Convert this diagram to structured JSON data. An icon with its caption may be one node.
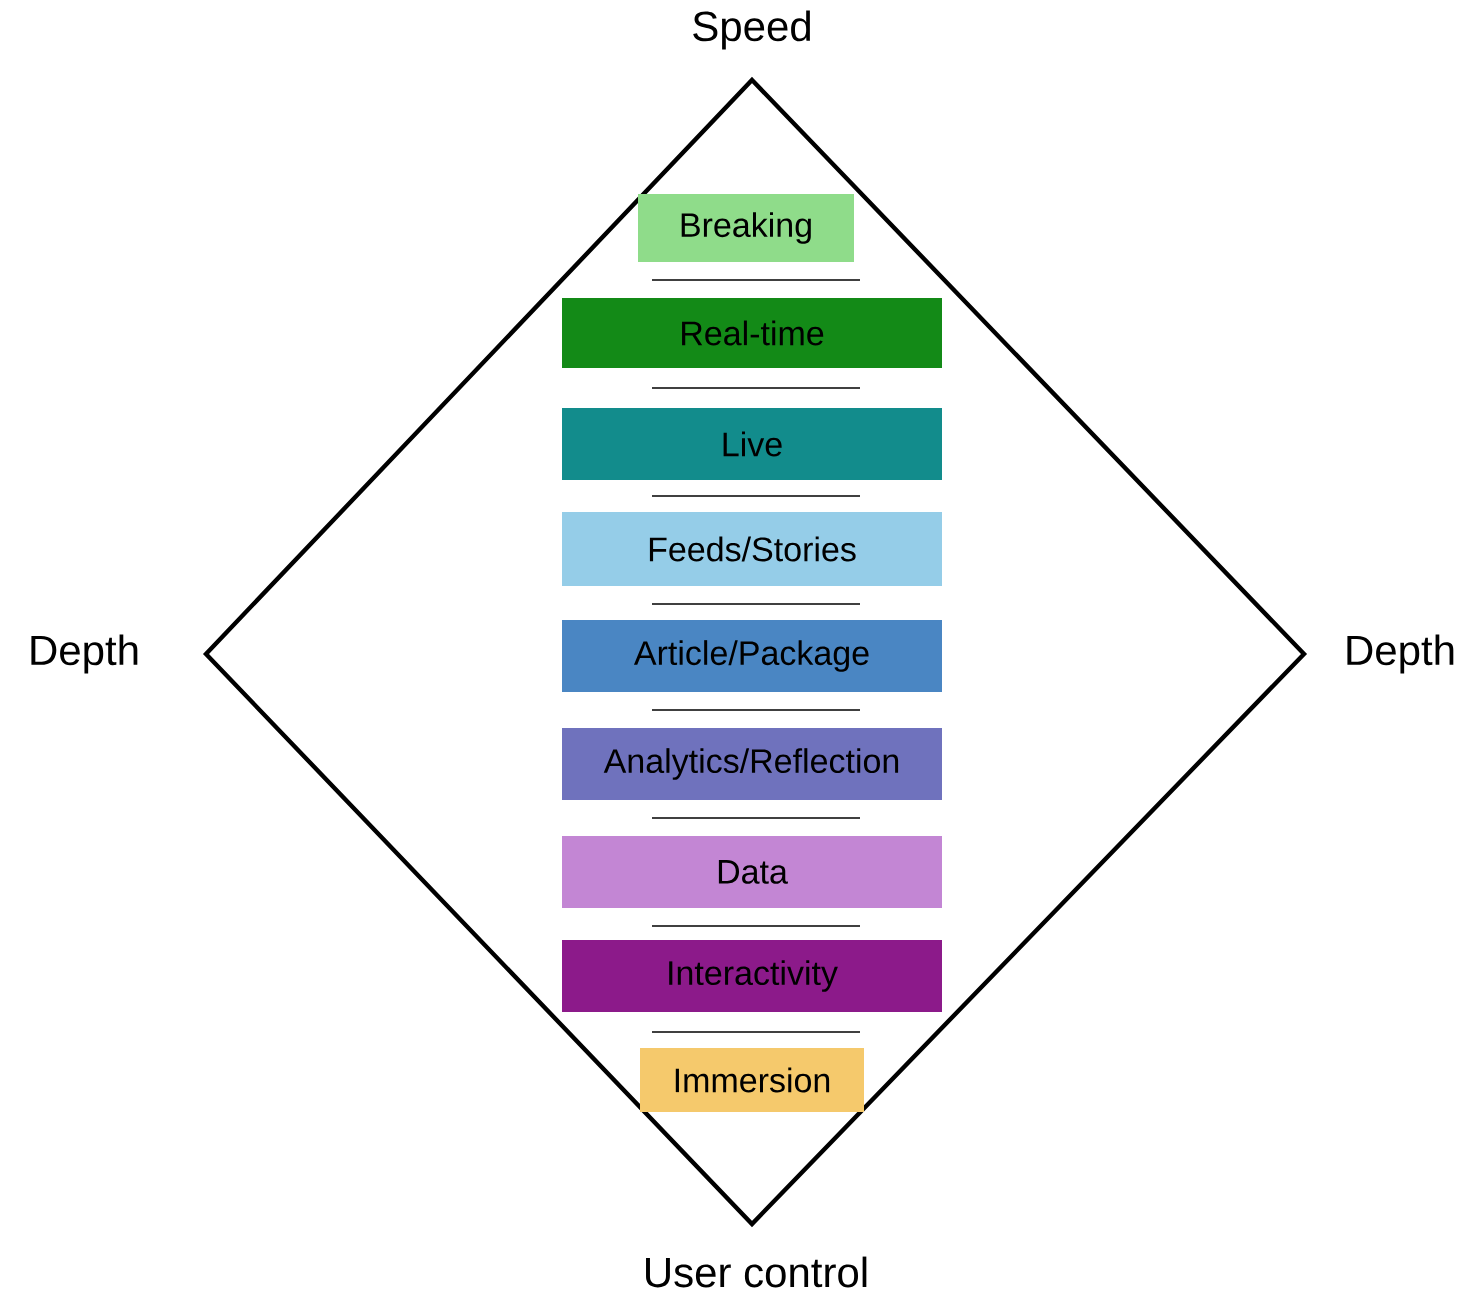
{
  "diagram": {
    "nodes": [
      {
        "text": [
          "Breaking"
        ]
      },
      {
        "text": [
          "Real-time"
        ]
      },
      {
        "text": [
          "Live"
        ]
      },
      {
        "text": [
          "Feeds/Stories"
        ]
      },
      {
        "text": [
          "Article/Package"
        ]
      },
      {
        "text": [
          "Analytics/Reflection"
        ]
      },
      {
        "text": [
          "Data"
        ]
      },
      {
        "text": [
          "Interactivity"
        ]
      },
      {
        "text": [
          "Immersion"
        ]
      }
    ],
    "labels": [
      "Speed",
      "Depth",
      "Depth",
      "User control"
    ]
  }
}
